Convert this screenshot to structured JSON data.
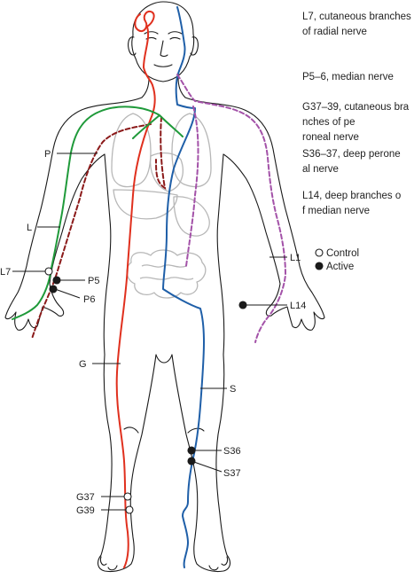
{
  "legend": {
    "items": [
      "L7, cutaneous branches of radial nerve",
      "P5–6, median nerve",
      "G37–39, cutaneous branches of peroneal nerve",
      "S36–37, deep peroneal nerve",
      "L14, deep branches of median nerve"
    ],
    "control_label": "Control",
    "active_label": "Active"
  },
  "labels": {
    "P": "P",
    "L": "L",
    "L7": "L7",
    "P5": "P5",
    "P6": "P6",
    "G": "G",
    "G37": "G37",
    "G39": "G39",
    "L1": "L1",
    "L14": "L14",
    "S": "S",
    "S36": "S36",
    "S37": "S37"
  },
  "point_types": {
    "L7": "control",
    "P5": "active",
    "P6": "active",
    "G37": "control",
    "G39": "control",
    "L14": "active",
    "S36": "active",
    "S37": "active"
  },
  "colors": {
    "gallbladder_channel": "#e0301e",
    "pericardium_channel": "#8b1a1a",
    "large_intestine_channel": "#1f9a3a",
    "stomach_channel": "#1f5fa8",
    "lung_channel": "#a352a8",
    "organs": "#b7b7b7",
    "outline": "#1a1a1a"
  }
}
